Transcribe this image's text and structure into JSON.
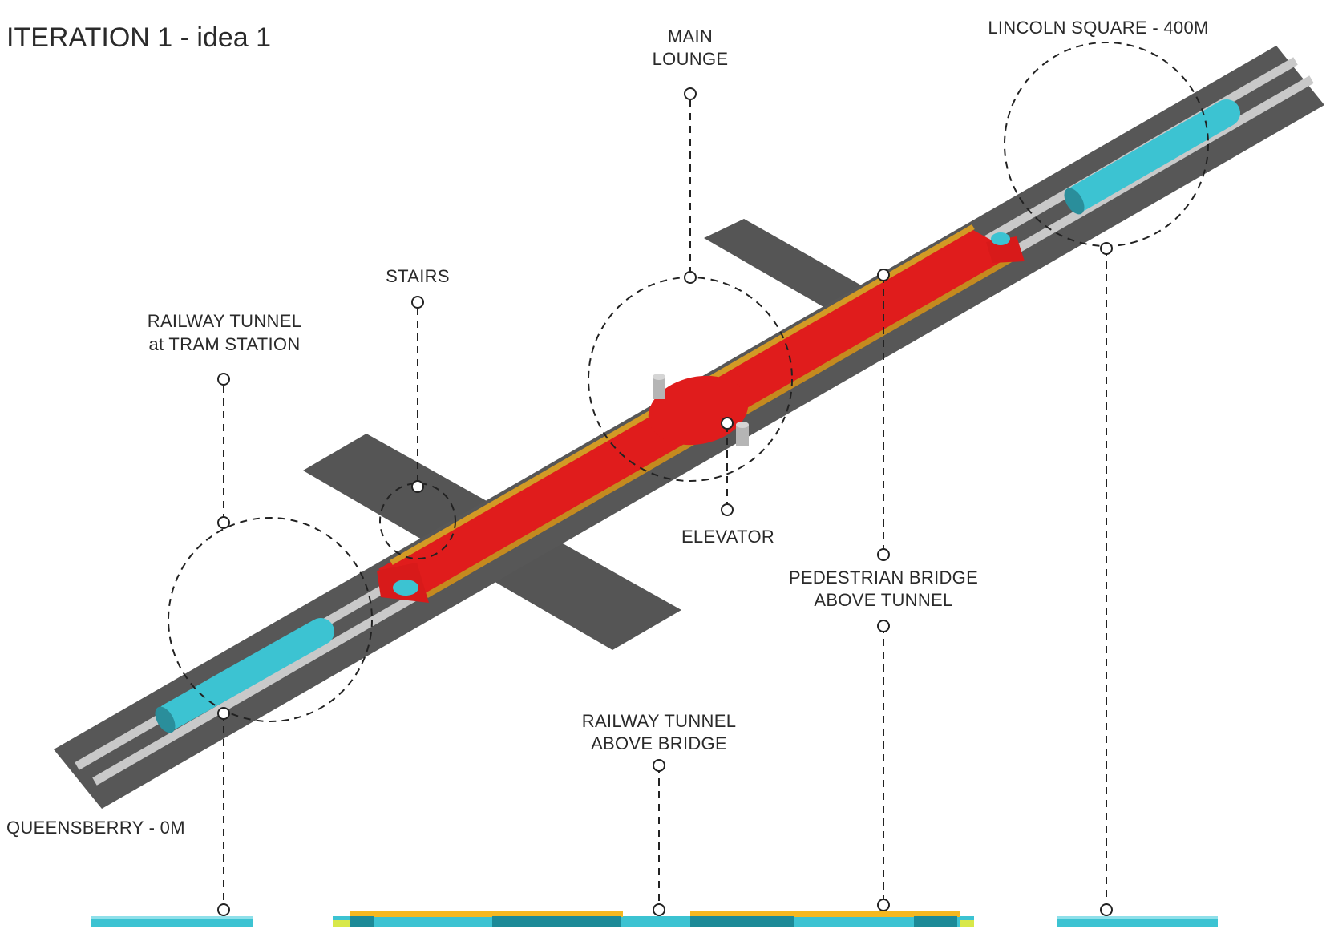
{
  "title": "ITERATION 1 - idea 1",
  "labels": {
    "main_lounge_1": "MAIN",
    "main_lounge_2": "LOUNGE",
    "lincoln_square": "LINCOLN SQUARE - 400M",
    "stairs": "STAIRS",
    "railway_tunnel_tram_1": "RAILWAY TUNNEL",
    "railway_tunnel_tram_2": "at TRAM STATION",
    "elevator": "ELEVATOR",
    "pedestrian_bridge_1": "PEDESTRIAN BRIDGE",
    "pedestrian_bridge_2": "ABOVE TUNNEL",
    "railway_above_bridge_1": "RAILWAY TUNNEL",
    "railway_above_bridge_2": "ABOVE BRIDGE",
    "queensberry": "QUEENSBERRY - 0M"
  },
  "colors": {
    "road": "#555555",
    "track": "#bdbdbd",
    "tunnel": "#3cc3d2",
    "bridge": "#e41e1e",
    "bridge_edge": "#c8911e",
    "section_yellow": "#f5b820",
    "pillar": "#b9b9b9"
  }
}
